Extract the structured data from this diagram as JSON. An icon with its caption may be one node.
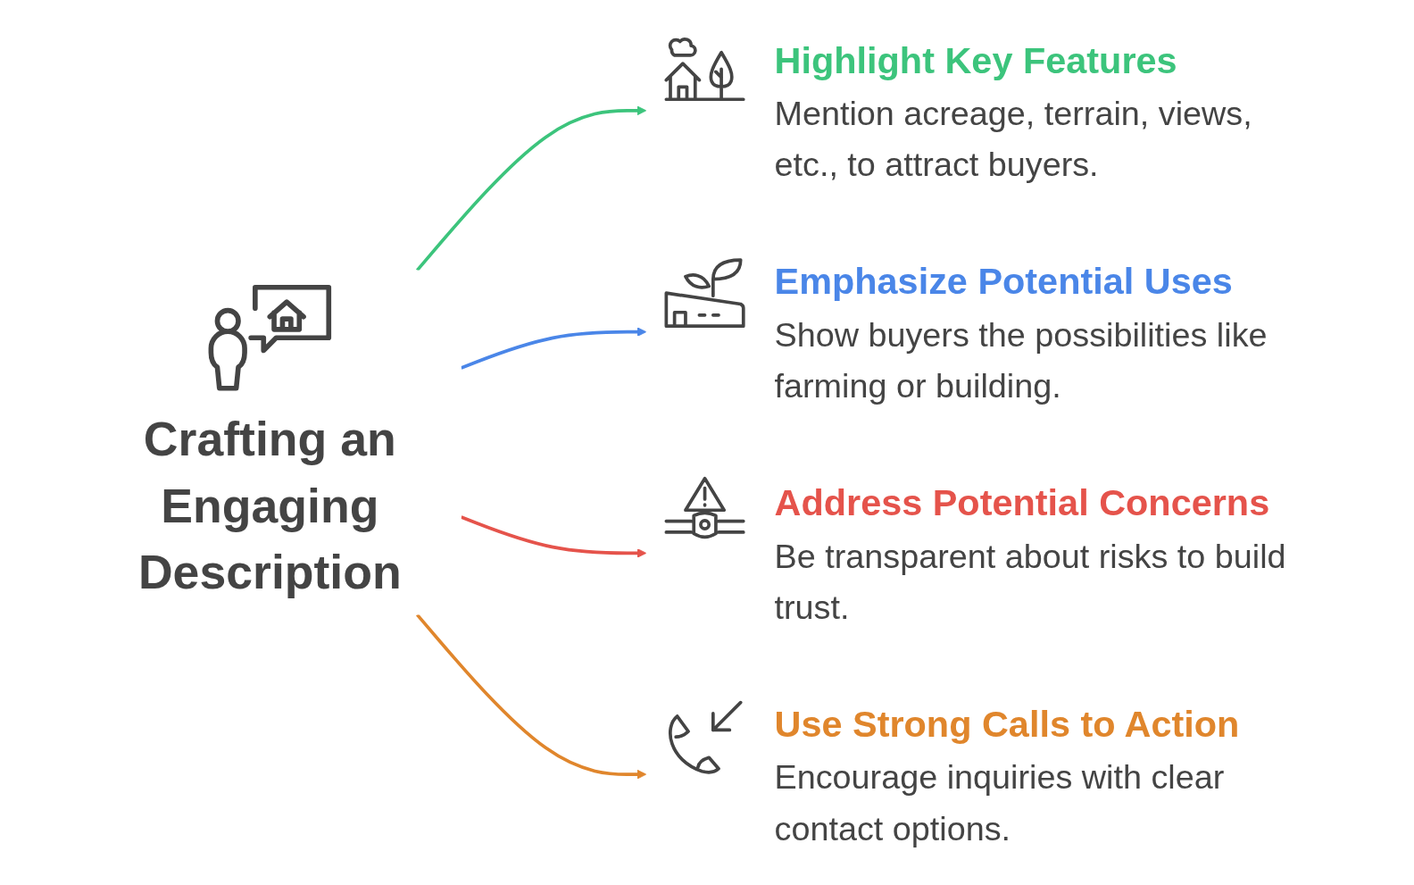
{
  "diagram": {
    "nodes": [
      {
        "text": [
          "Crafting an Engaging Description"
        ]
      },
      {
        "text": [
          "Highlight Key Features",
          "Mention acreage, terrain, views, etc., to attract buyers."
        ]
      },
      {
        "text": [
          "Emphasize Potential Uses",
          "Show buyers the possibilities like farming or building."
        ]
      },
      {
        "text": [
          "Address Potential Concerns",
          "Be transparent about risks to build trust."
        ]
      },
      {
        "text": [
          "Use Strong Calls to Action",
          "Encourage inquiries with clear contact options."
        ]
      }
    ],
    "edges": [
      {
        "from": 0,
        "to": 1,
        "arrow": "to",
        "color": "#3cc47c"
      },
      {
        "from": 0,
        "to": 2,
        "arrow": "to",
        "color": "#4a86e8"
      },
      {
        "from": 0,
        "to": 3,
        "arrow": "to",
        "color": "#e5534b"
      },
      {
        "from": 0,
        "to": 4,
        "arrow": "to",
        "color": "#e0862c"
      }
    ]
  }
}
